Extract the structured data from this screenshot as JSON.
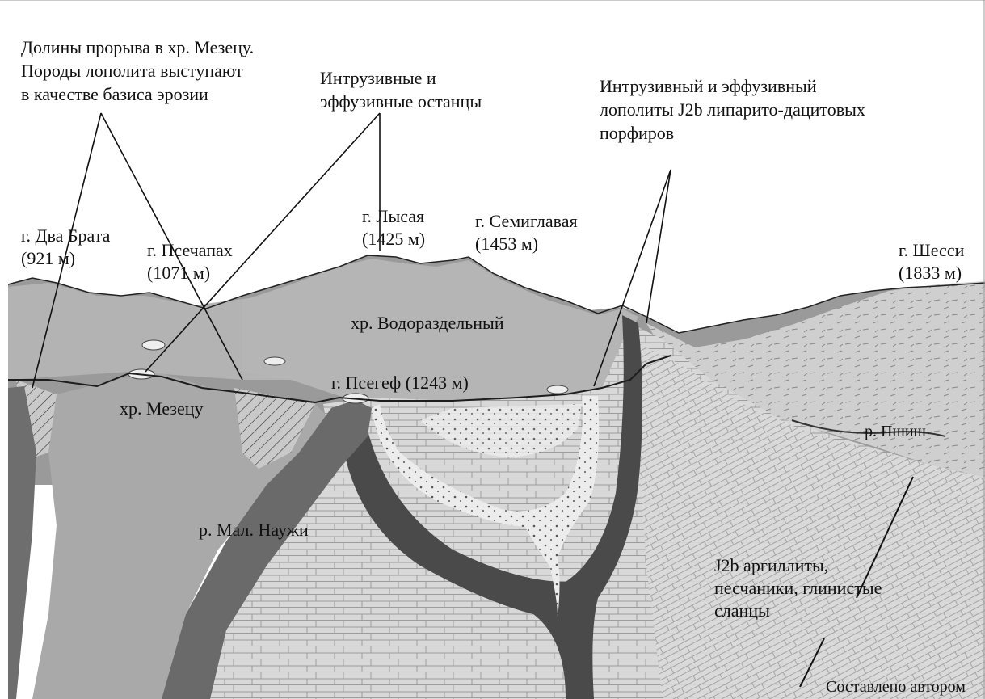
{
  "colors": {
    "sky": "#ffffff",
    "far_ridge": "#8f8f8f",
    "ridge_light": "#b9b9b9",
    "ridge_mid": "#a3a3a3",
    "strata": "#d9d9d9",
    "strata_lines": "#9a9a9a",
    "dark_band": "#4a4a4a",
    "valley_dark": "#6f6f6f",
    "intrusion": "#eeeeee",
    "hatch": "#333333"
  },
  "callouts": {
    "valleys": [
      "Долины прорыва в хр. Мезецу.",
      "Породы лополита выступают",
      "в качестве базиса эрозии"
    ],
    "remnants": [
      "Интрузивные и",
      "эффузивные останцы"
    ],
    "lopoliths": [
      "Интрузивный и эффузивный",
      "лополиты J2b липарито-дацитовых",
      "порфиров"
    ]
  },
  "peaks": {
    "dva_brata": [
      "г. Два Брата",
      "(921 м)"
    ],
    "psechapakh": [
      "г. Псечапах",
      "(1071 м)"
    ],
    "lysaya": [
      "г. Лысая",
      "(1425 м)"
    ],
    "semiglavaya": [
      "г. Семиглавая",
      "(1453 м)"
    ],
    "shessi": [
      "г. Шесси",
      "(1833 м)"
    ],
    "psegef": "г. Псегеф (1243 м)"
  },
  "ridges": {
    "vodorazdelny": "хр. Водораздельный",
    "mezetsu": "хр. Мезецу"
  },
  "rivers": {
    "pshish": "р. Пшиш",
    "mal_nauzhi": "р. Мал. Наужи"
  },
  "strata_note": [
    "J2b аргиллиты,",
    "песчаники, глинистые",
    "сланцы"
  ],
  "credit": "Составлено автором"
}
